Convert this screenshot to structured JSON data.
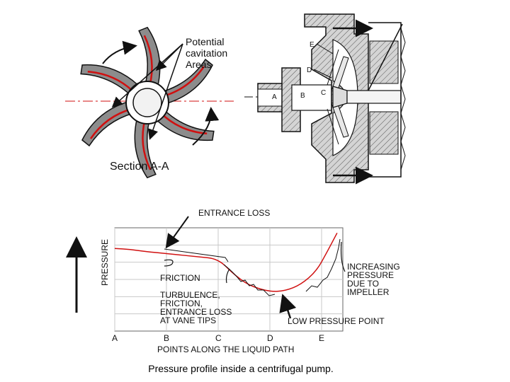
{
  "impeller_view": {
    "callout": [
      "Potential",
      "cavitation",
      "Areas"
    ],
    "section_label": "Section A-A"
  },
  "pump_cross_section": {
    "point_labels": [
      "E",
      "D",
      "A",
      "B",
      "C"
    ]
  },
  "chart_data": {
    "type": "line",
    "xlabel": "POINTS ALONG THE LIQUID PATH",
    "ylabel": "PRESSURE",
    "x_ticks": [
      "A",
      "B",
      "C",
      "D",
      "E"
    ],
    "grid": true,
    "series": [
      {
        "x": [
          0.0,
          0.3,
          0.6,
          1.0,
          1.6,
          2.0,
          2.3,
          2.6,
          3.0,
          3.3,
          3.6,
          3.9,
          4.1,
          4.3
        ],
        "pressure_relative": [
          0.8,
          0.79,
          0.77,
          0.75,
          0.72,
          0.7,
          0.55,
          0.44,
          0.38,
          0.39,
          0.45,
          0.58,
          0.76,
          0.95
        ]
      }
    ],
    "annotations": {
      "entrance_loss": "ENTRANCE LOSS",
      "friction": "FRICTION",
      "turbulence": [
        "TURBULENCE,",
        "FRICTION,",
        "ENTRANCE LOSS",
        "AT VANE TIPS"
      ],
      "increasing": [
        "INCREASING",
        "PRESSURE",
        "DUE TO",
        "IMPELLER"
      ],
      "low_point": "LOW PRESSURE POINT"
    }
  },
  "caption": "Pressure profile inside a centrifugal pump.",
  "colors": {
    "curve": "#d01010",
    "ink": "#111111",
    "hatch_fill": "#bfbfbf",
    "grid": "#c8c8c8"
  }
}
